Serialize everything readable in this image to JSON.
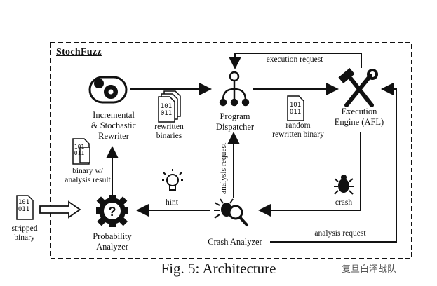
{
  "title": "StochFuzz",
  "caption": "Fig. 5: Architecture",
  "watermark": "复旦白泽战队",
  "nodes": {
    "rewriter": "Incremental\n& Stochastic\nRewriter",
    "dispatcher": "Program\nDispatcher",
    "engine": "Execution\nEngine (AFL)",
    "prob": "Probability\nAnalyzer",
    "crash": "Crash Analyzer",
    "stripped": "stripped\nbinary",
    "rewritten": "rewritten\nbinaries",
    "random": "random\nrewritten binary",
    "binary_ar": "binary w/\nanalysis result"
  },
  "edges": {
    "exec_req": "execution request",
    "analysis_req_v": "analysis request",
    "hint": "hint",
    "crash": "crash",
    "analysis_req_h": "analysis request"
  },
  "icons": {
    "bits": "101\n011"
  }
}
